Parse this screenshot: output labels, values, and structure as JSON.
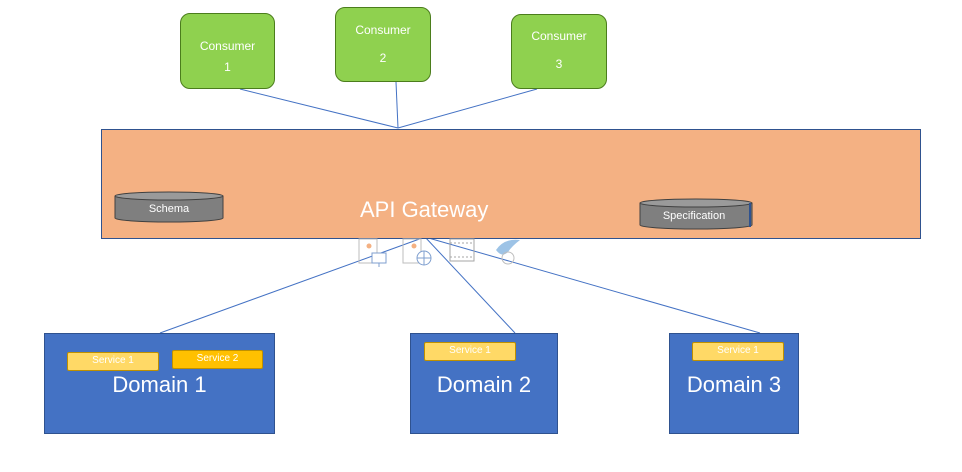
{
  "consumers": [
    {
      "line1": "Consumer",
      "line2": "1"
    },
    {
      "line1": "Consumer",
      "line2": "2"
    },
    {
      "line1": "Consumer",
      "line2": "3"
    }
  ],
  "gateway": {
    "label": "API Gateway"
  },
  "datastores": {
    "schema": "Schema",
    "specification": "Specification"
  },
  "domains": [
    {
      "label": "Domain 1",
      "services": [
        "Service  1",
        "Service  2"
      ]
    },
    {
      "label": "Domain 2",
      "services": [
        "Service  1"
      ]
    },
    {
      "label": "Domain 3",
      "services": [
        "Service  1"
      ]
    }
  ],
  "colors": {
    "consumer_fill": "#8fd14f",
    "gateway_fill": "#f4b183",
    "domain_fill": "#4472c4",
    "service_fill": "#ffd966",
    "service_alt_fill": "#ffc000",
    "datastore_fill": "#7f7f7f",
    "connector": "#4472c4"
  }
}
